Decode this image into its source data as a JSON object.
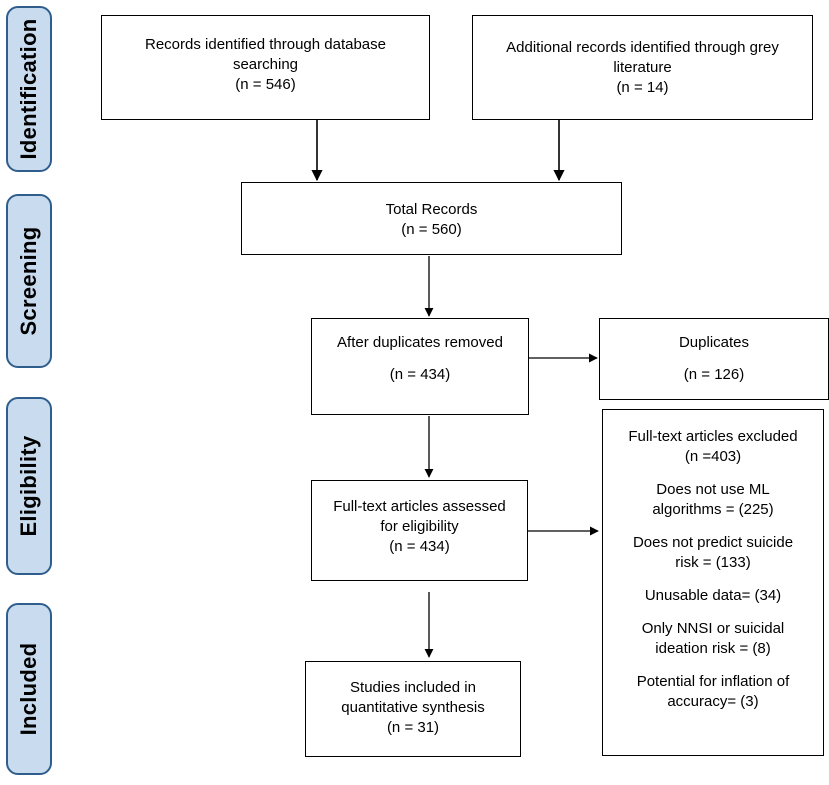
{
  "stages": [
    {
      "id": "identification",
      "label": "Identification"
    },
    {
      "id": "screening",
      "label": "Screening"
    },
    {
      "id": "eligibility",
      "label": "Eligibility"
    },
    {
      "id": "included",
      "label": "Included"
    }
  ],
  "boxes": {
    "database": {
      "lines": [
        "Records identified through database",
        "searching",
        "(n = 546)"
      ]
    },
    "grey": {
      "lines": [
        "Additional records identified through grey",
        "literature",
        "(n = 14)"
      ]
    },
    "total": {
      "lines": [
        "Total Records",
        "(n = 560)"
      ]
    },
    "after_dup": {
      "lines": [
        "After duplicates removed",
        "(n = 434)"
      ]
    },
    "duplicates": {
      "lines": [
        "Duplicates",
        "(n = 126)"
      ]
    },
    "fulltext": {
      "lines": [
        "Full-text articles assessed",
        "for eligibility",
        "(n = 434)"
      ]
    },
    "excluded": {
      "lines": [
        "Full-text articles excluded",
        "(n =403)",
        "Does not use ML",
        "algorithms = (225)",
        "Does not predict suicide",
        "risk = (133)",
        "Unusable data= (34)",
        "Only NNSI or suicidal",
        "ideation risk = (8)",
        "Potential for inflation of",
        "accuracy= (3)"
      ]
    },
    "included": {
      "lines": [
        "Studies included in",
        "quantitative synthesis",
        "(n = 31)"
      ]
    }
  }
}
